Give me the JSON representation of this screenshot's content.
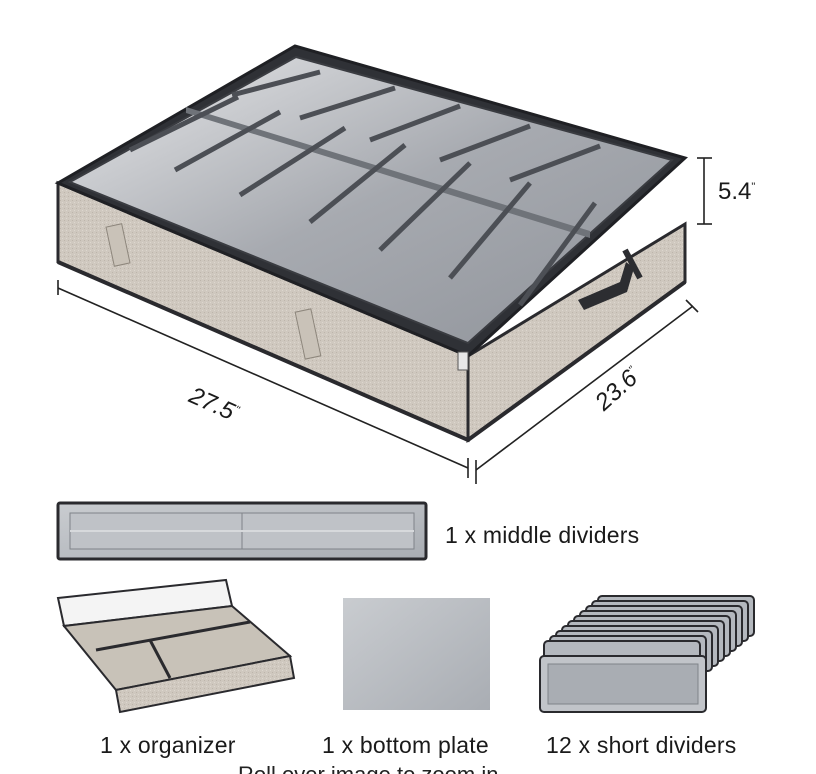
{
  "product": {
    "dimensions": {
      "length": "27.5",
      "width": "23.6",
      "height": "5.4",
      "unit_mark": "\""
    },
    "components": [
      {
        "label": "1 x middle dividers"
      },
      {
        "label": "1 x organizer"
      },
      {
        "label": "1 x bottom plate"
      },
      {
        "label": "12 x short dividers"
      }
    ],
    "footer_text": "Roll over image to zoom in"
  },
  "colors": {
    "fabric": "#cfc8bf",
    "fabric_dark": "#b9b1a7",
    "edge": "#2a2a2e",
    "window": "#a9acb1",
    "divider": "#8d9096",
    "plate": "#b8bcc2"
  }
}
